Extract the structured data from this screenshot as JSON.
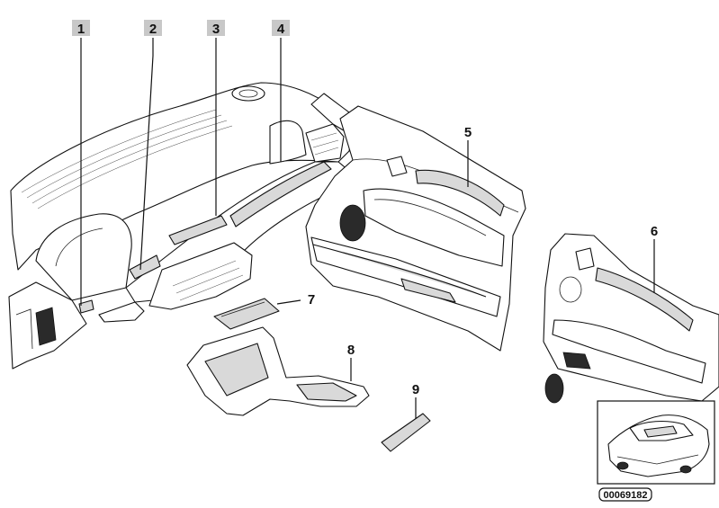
{
  "callouts": [
    {
      "id": "1",
      "label": "1",
      "highlighted": true
    },
    {
      "id": "2",
      "label": "2",
      "highlighted": true
    },
    {
      "id": "3",
      "label": "3",
      "highlighted": true
    },
    {
      "id": "4",
      "label": "4",
      "highlighted": true
    },
    {
      "id": "5",
      "label": "5",
      "highlighted": false
    },
    {
      "id": "6",
      "label": "6",
      "highlighted": false
    },
    {
      "id": "7",
      "label": "7",
      "highlighted": false
    },
    {
      "id": "8",
      "label": "8",
      "highlighted": false
    },
    {
      "id": "9",
      "label": "9",
      "highlighted": false
    }
  ],
  "reference_number": "00069182",
  "colors": {
    "badge": "#c8c8c8",
    "line": "#111111",
    "background": "#ffffff"
  }
}
